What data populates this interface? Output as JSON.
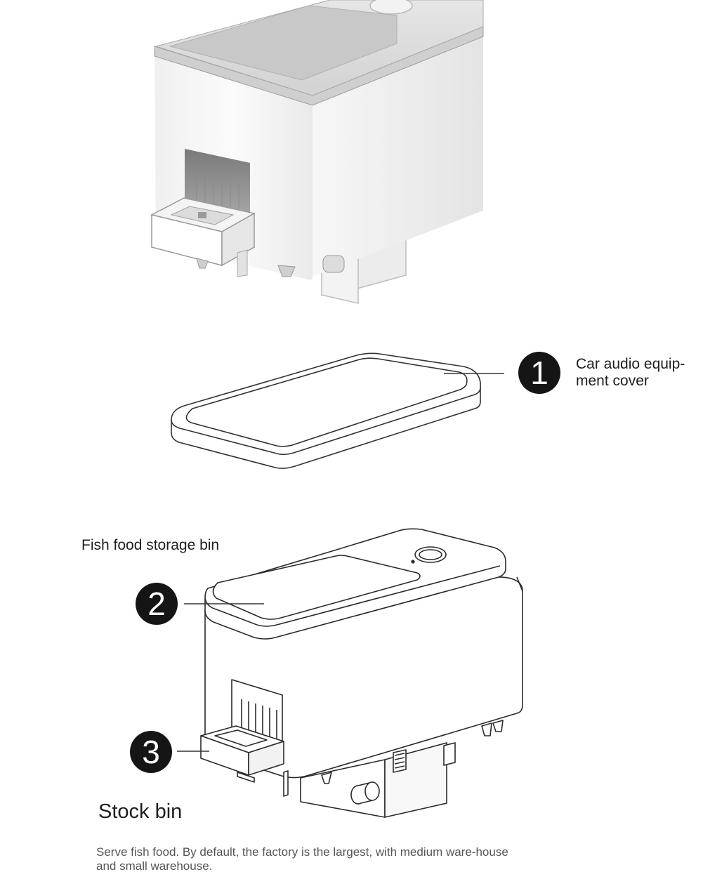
{
  "callouts": [
    {
      "number": "1",
      "label": "Car audio equip-ment cover"
    },
    {
      "number": "2",
      "label": "Fish food storage bin"
    },
    {
      "number": "3",
      "label": "Stock bin"
    }
  ],
  "caption": "Serve fish food. By default, the factory is the largest, with medium ware-house and small warehouse.",
  "colors": {
    "product_body": "#f4f4f4",
    "line_art": "#333333",
    "badge": "#151515",
    "caption_text": "#555555"
  }
}
